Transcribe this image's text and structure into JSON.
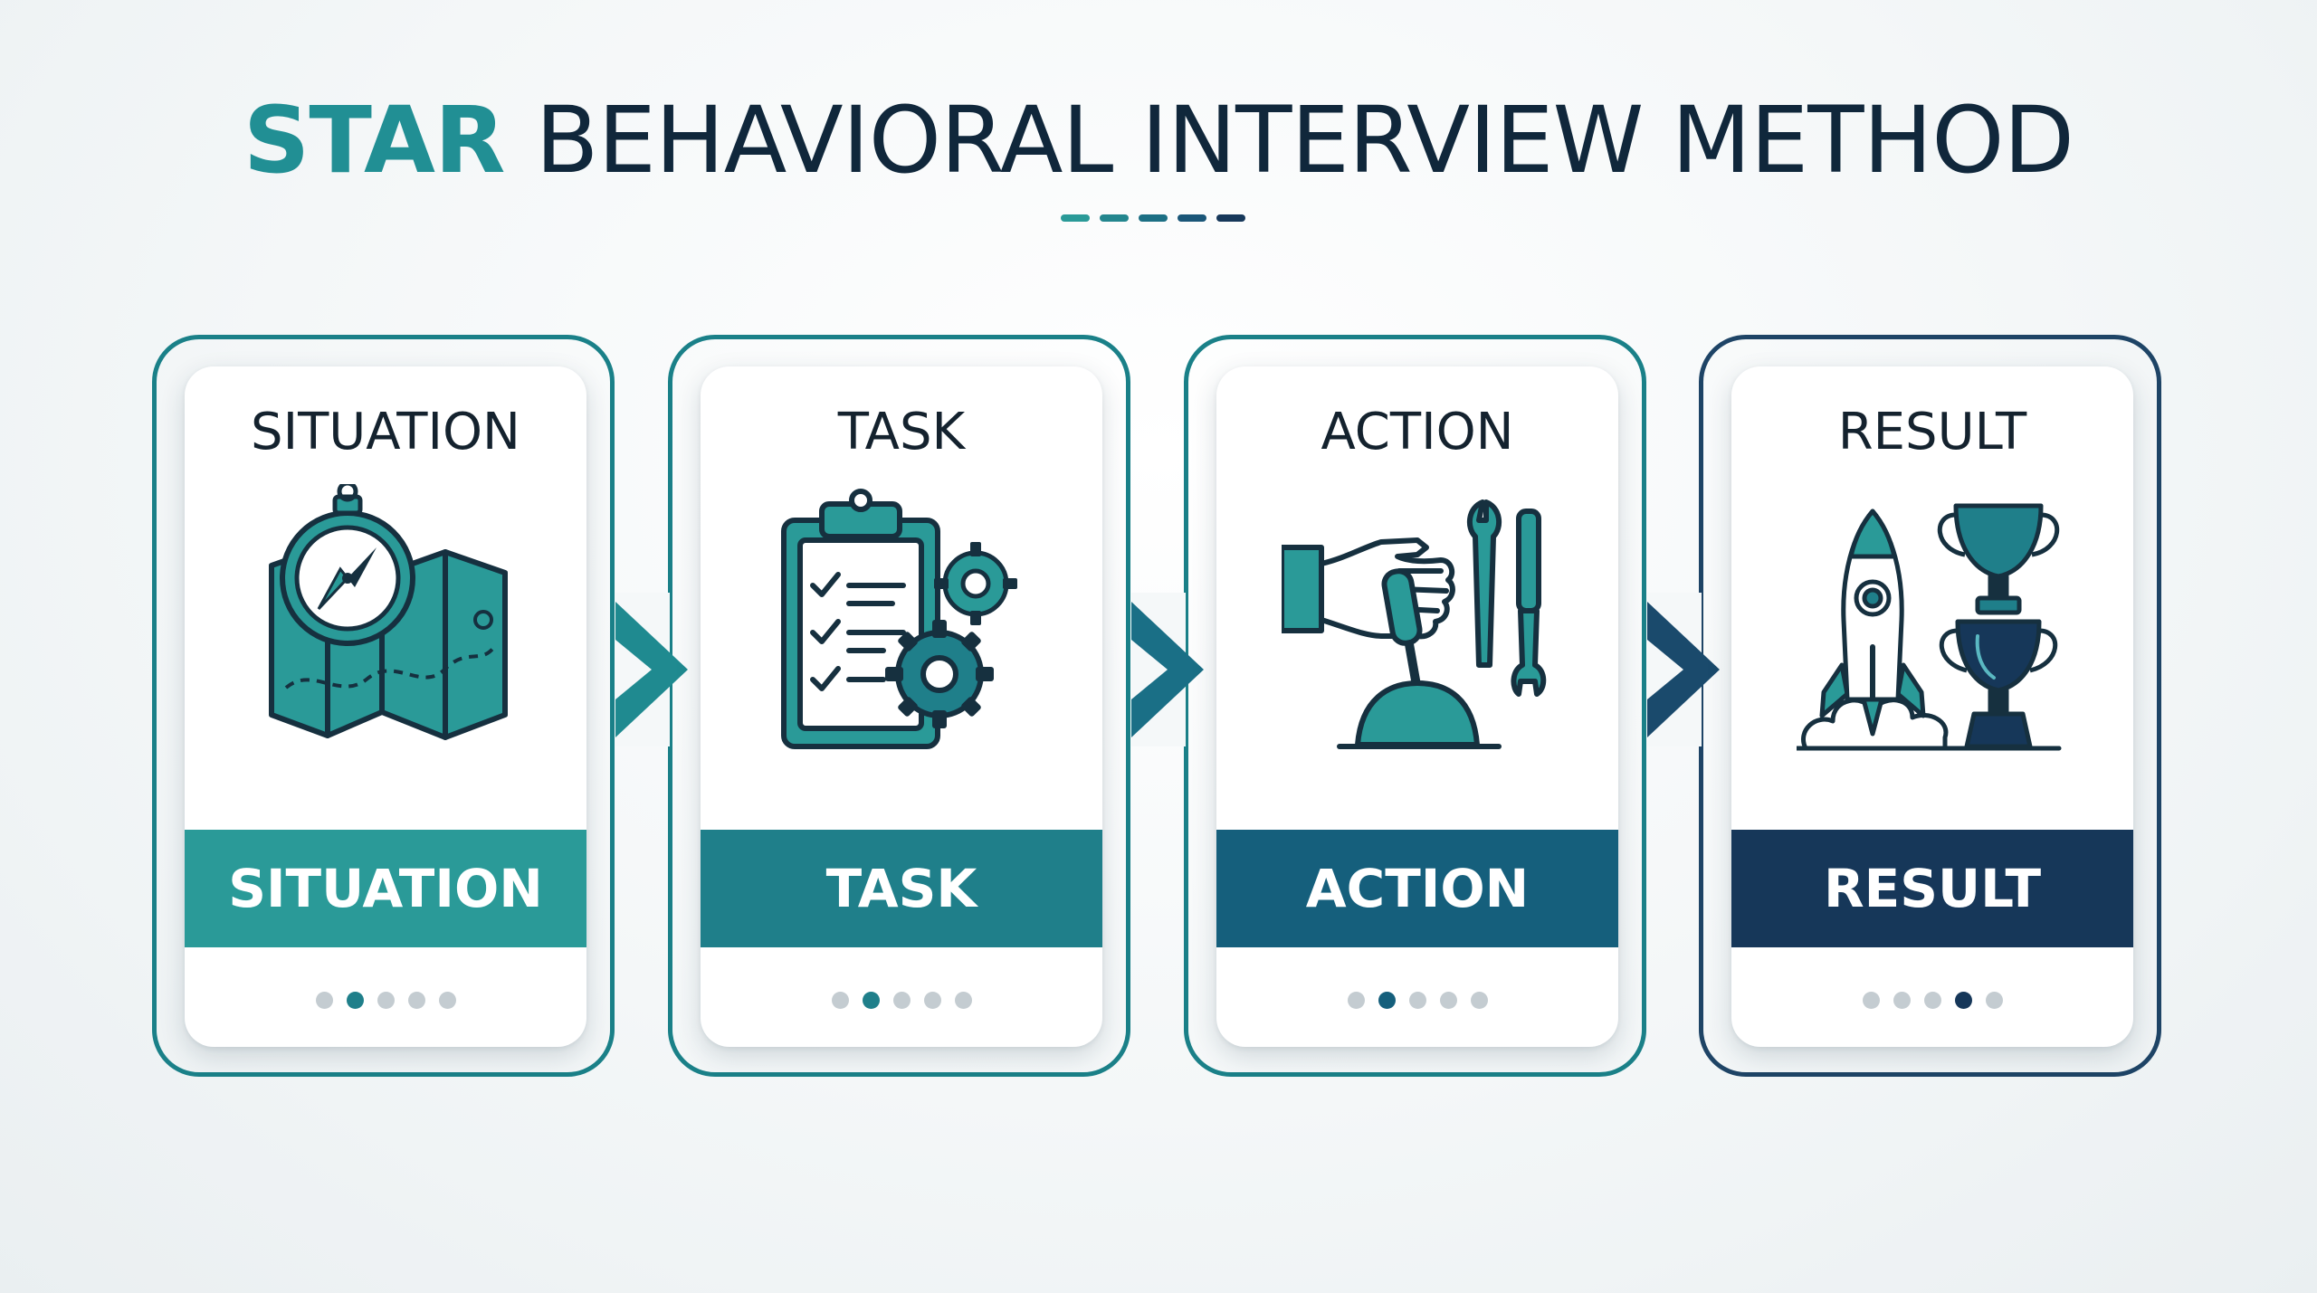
{
  "header": {
    "accent": "STAR",
    "title": "BEHAVIORAL INTERVIEW METHOD"
  },
  "colors": {
    "title_accent": "#218f94",
    "title_text": "#10273b",
    "outline_teal": "#1a8088",
    "outline_navy": "#1e4466",
    "band_situation": "#2a9a98",
    "band_task": "#1f7f8a",
    "band_action": "#155f7c",
    "band_result": "#163759",
    "icon_teal": "#2a9a98",
    "icon_stroke": "#16303f",
    "dot_inactive": "#c4ccd1"
  },
  "steps": [
    {
      "title": "SITUATION",
      "band_label": "SITUATION",
      "icon": "compass-map-icon",
      "active_dot": 2,
      "total_dots": 5
    },
    {
      "title": "TASK",
      "band_label": "TASK",
      "icon": "clipboard-gears-icon",
      "active_dot": 2,
      "total_dots": 5
    },
    {
      "title": "ACTION",
      "band_label": "ACTION",
      "icon": "hand-lever-tools-icon",
      "active_dot": 2,
      "total_dots": 5
    },
    {
      "title": "RESULT",
      "band_label": "RESULT",
      "icon": "rocket-trophy-icon",
      "active_dot": 4,
      "total_dots": 5
    }
  ]
}
